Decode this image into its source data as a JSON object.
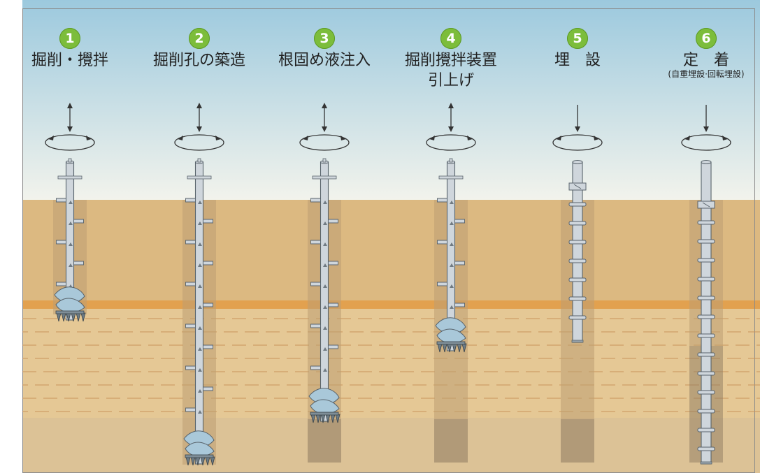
{
  "diagram": {
    "title": "",
    "steps": [
      {
        "number": "1",
        "title": "掘削・攪拌",
        "title_line2": "",
        "subtitle": "",
        "stage": "excavate"
      },
      {
        "number": "2",
        "title": "掘削孔の築造",
        "title_line2": "",
        "subtitle": "",
        "stage": "bore"
      },
      {
        "number": "3",
        "title": "根固め液注入",
        "title_line2": "",
        "subtitle": "",
        "stage": "inject"
      },
      {
        "number": "4",
        "title": "掘削攪拌装置",
        "title_line2": "引上げ",
        "subtitle": "",
        "stage": "withdraw"
      },
      {
        "number": "5",
        "title": "埋　設",
        "title_line2": "",
        "subtitle": "",
        "stage": "embed"
      },
      {
        "number": "6",
        "title": "定　着",
        "title_line2": "",
        "subtitle": "(自重埋設·回転埋設)",
        "stage": "fix"
      }
    ],
    "colors": {
      "sky_top": "#9cc9de",
      "sky_bottom": "#f2f3ec",
      "soil_upper": "#dcb981",
      "soil_band": "#e2a14f",
      "soil_middle": "#e5c895",
      "soil_lower": "#dcc296",
      "borehole": "#bd9f73",
      "borehole_dark": "#8e7a60",
      "rod_fill": "#cfd6dc",
      "rod_stroke": "#58636b",
      "auger_fill": "#a9c8d9",
      "step_badge": "#7cbd3b"
    }
  }
}
